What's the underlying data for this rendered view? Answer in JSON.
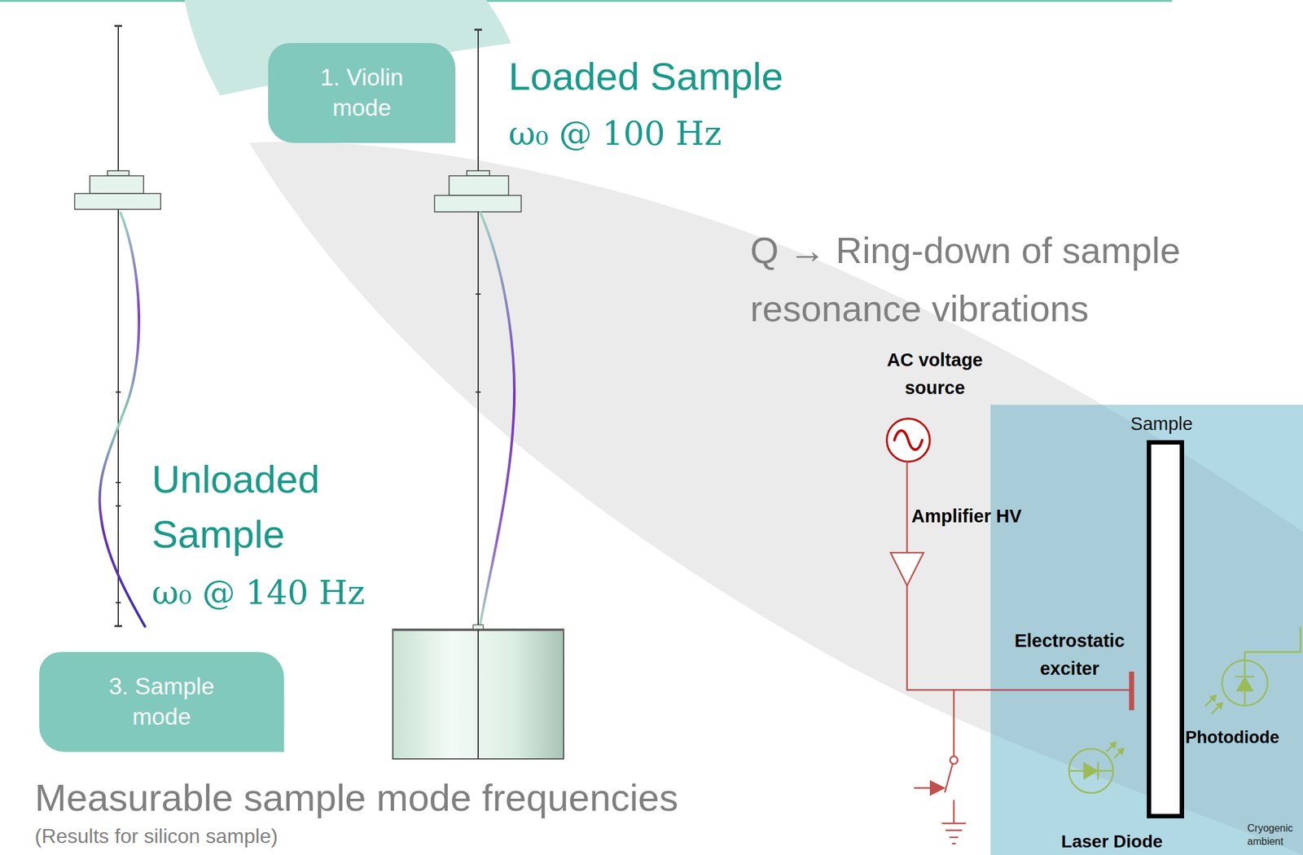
{
  "diagram": {
    "nodes": [
      {
        "text": [
          "1. Violin mode"
        ]
      },
      {
        "text": [
          "3. Sample mode"
        ]
      },
      {
        "text": [
          "Cryogenic ambient"
        ]
      },
      {
        "text": [
          "Sample"
        ],
        "in": 2
      }
    ],
    "labels": [
      "Loaded Sample",
      "ω₀ @ 100 Hz",
      "Unloaded Sample",
      "ω₀ @ 140 Hz",
      "Q → Ring-down of sample resonance vibrations",
      "AC voltage source",
      "Amplifier HV",
      "Electrostatic exciter",
      "Photodiode",
      "Laser Diode",
      "Measurable sample mode frequencies",
      "(Results for silicon sample)"
    ]
  }
}
